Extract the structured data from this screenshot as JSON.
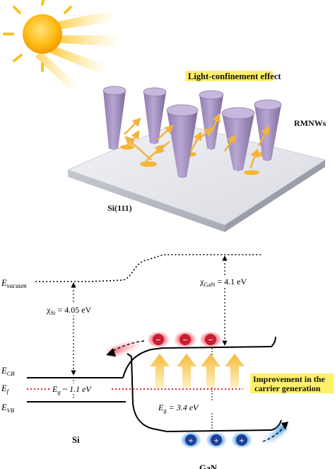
{
  "top": {
    "callout": "Light-confinement effect",
    "nanowire_label": "RMNWs",
    "substrate_label": "Si(111)",
    "sun_icon": "sun-icon"
  },
  "band": {
    "e_vacuum": {
      "sym": "E",
      "sub": "vacuum"
    },
    "chi_si": {
      "sym": "χ",
      "sub": "Si",
      "val": " = 4.05 eV"
    },
    "chi_gan": {
      "sym": "χ",
      "sub": "GaN",
      "val": " = 4.1 eV"
    },
    "e_cb": {
      "sym": "E",
      "sub": "CB"
    },
    "e_f": {
      "sym": "E",
      "sub": "f"
    },
    "e_vb": {
      "sym": "E",
      "sub": "VB"
    },
    "eg_si": {
      "sym": "E",
      "sub": "g",
      "val": " ~ 1.1 eV"
    },
    "eg_gan": {
      "sym": "E",
      "sub": "g",
      "val": " = 3.4 eV"
    },
    "si_label": "Si",
    "gan_label": "GaN",
    "improvement_line1": "Improvement in the",
    "improvement_line2": "carrier generation",
    "electron_symbol": "−",
    "hole_symbol": "+"
  },
  "colors": {
    "accent_yellow": "#ffe600",
    "nanowire": "#a793c2",
    "electron": "#c81e32",
    "hole": "#1f3f9a",
    "fermi_dotted": "#e0262b",
    "red_glow": "#f24a5a",
    "blue_glow": "#2f8fe0"
  }
}
